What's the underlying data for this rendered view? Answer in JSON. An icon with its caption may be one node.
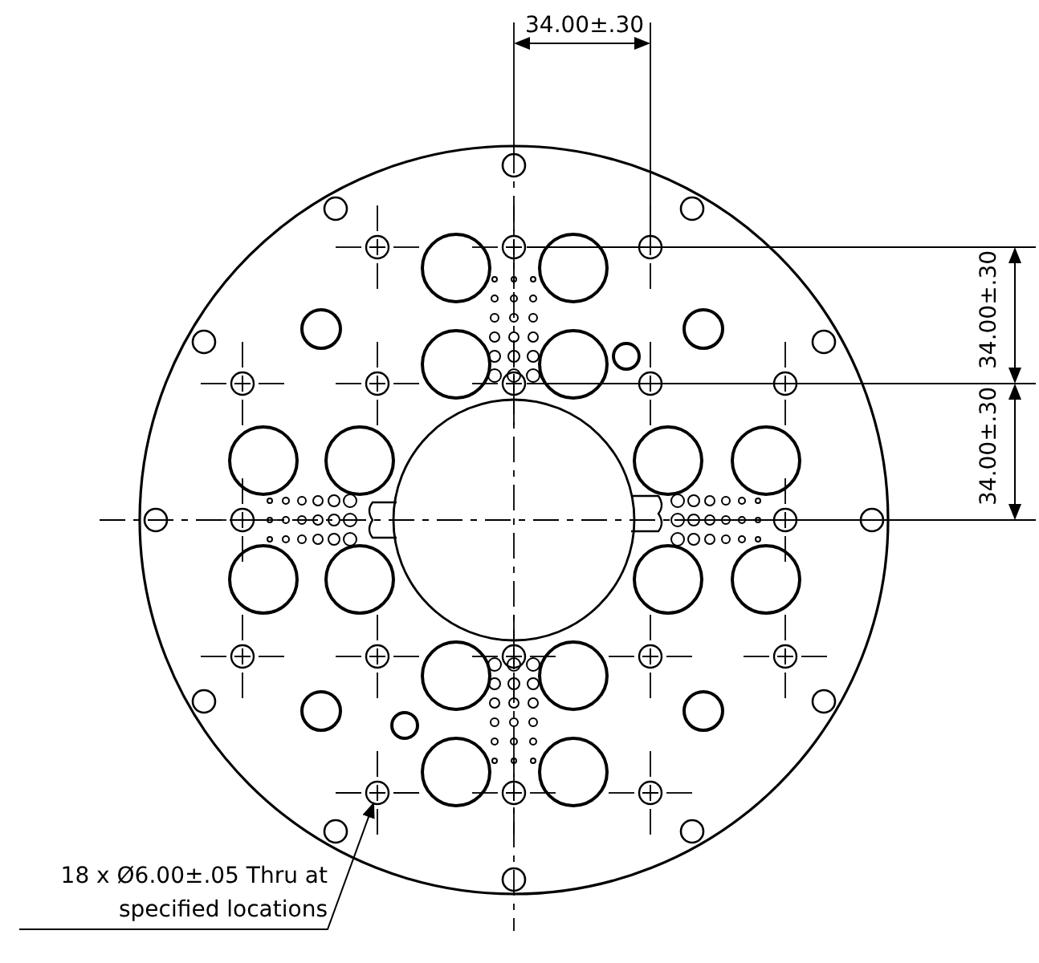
{
  "diagram": {
    "nodes": [
      {
        "text": [
          "18 x Ø6.00±.05 Thru at specified locations"
        ]
      },
      {
        "text": [],
        "shape": "circle"
      }
    ],
    "edges": [
      {
        "from": 0,
        "to": 1,
        "arrow": "to"
      }
    ],
    "labels": [
      "34.00±.30",
      "34.00±.30",
      "34.00±.30"
    ]
  }
}
